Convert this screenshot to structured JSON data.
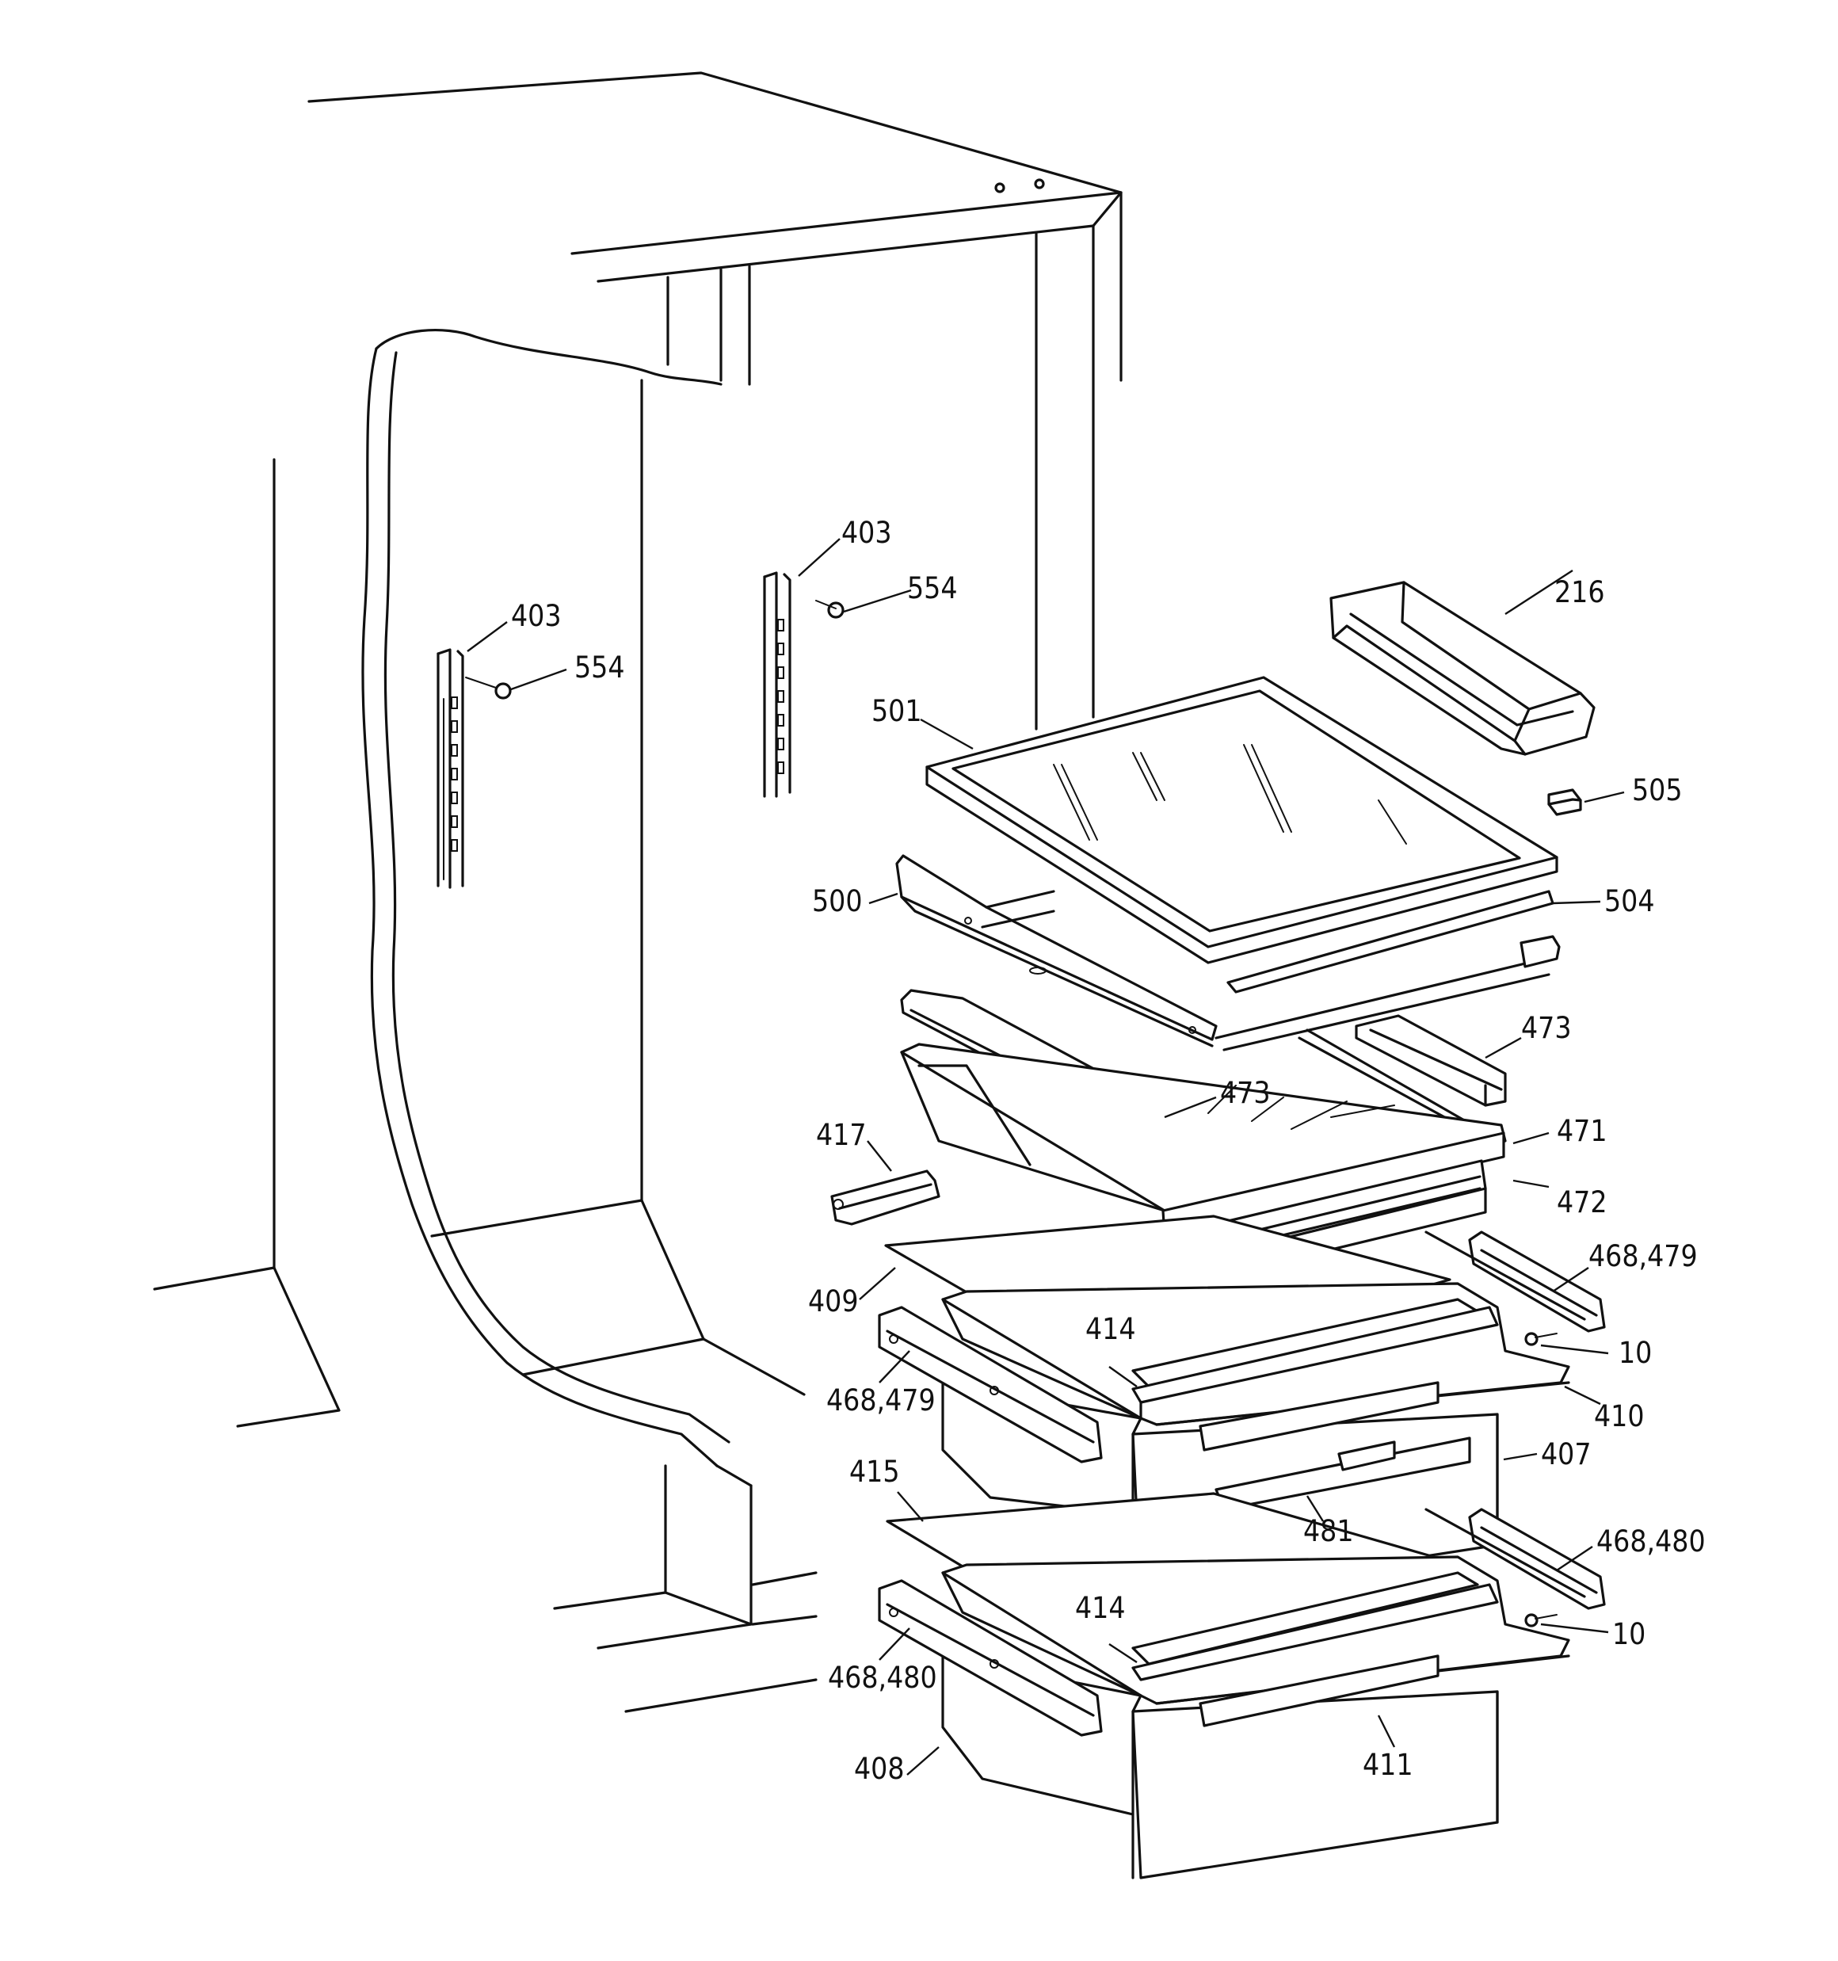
{
  "callouts": [
    {
      "id": "c216",
      "text": "216"
    },
    {
      "id": "c403a",
      "text": "403"
    },
    {
      "id": "c554a",
      "text": "554"
    },
    {
      "id": "c403b",
      "text": "403"
    },
    {
      "id": "c554b",
      "text": "554"
    },
    {
      "id": "c501",
      "text": "501"
    },
    {
      "id": "c505",
      "text": "505"
    },
    {
      "id": "c500",
      "text": "500"
    },
    {
      "id": "c504",
      "text": "504"
    },
    {
      "id": "c473a",
      "text": "473"
    },
    {
      "id": "c473b",
      "text": "473"
    },
    {
      "id": "c471",
      "text": "471"
    },
    {
      "id": "c417",
      "text": "417"
    },
    {
      "id": "c472",
      "text": "472"
    },
    {
      "id": "c468479a",
      "text": "468,479"
    },
    {
      "id": "c409",
      "text": "409"
    },
    {
      "id": "c414a",
      "text": "414"
    },
    {
      "id": "c10a",
      "text": "10"
    },
    {
      "id": "c468479b",
      "text": "468,479"
    },
    {
      "id": "c410",
      "text": "410"
    },
    {
      "id": "c407",
      "text": "407"
    },
    {
      "id": "c415",
      "text": "415"
    },
    {
      "id": "c481",
      "text": "481"
    },
    {
      "id": "c468480a",
      "text": "468,480"
    },
    {
      "id": "c414b",
      "text": "414"
    },
    {
      "id": "c10b",
      "text": "10"
    },
    {
      "id": "c468480b",
      "text": "468,480"
    },
    {
      "id": "c408",
      "text": "408"
    },
    {
      "id": "c411",
      "text": "411"
    }
  ]
}
